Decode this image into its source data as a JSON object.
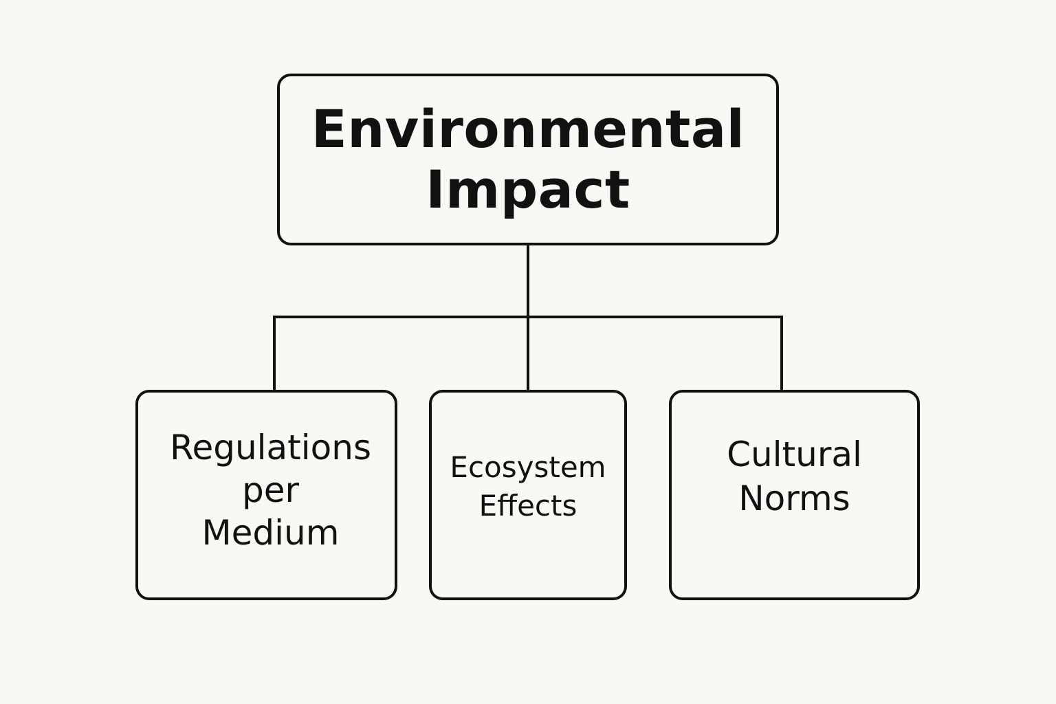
{
  "diagram": {
    "root": {
      "label": "Environmental\nImpact"
    },
    "children": [
      {
        "label": "Regulations\nper\nMedium"
      },
      {
        "label": "Ecosystem\nEffects"
      },
      {
        "label": "Cultural\nNorms"
      }
    ],
    "colors": {
      "background": "#faf8f4",
      "stroke": "#111111",
      "text": "#111111"
    }
  }
}
